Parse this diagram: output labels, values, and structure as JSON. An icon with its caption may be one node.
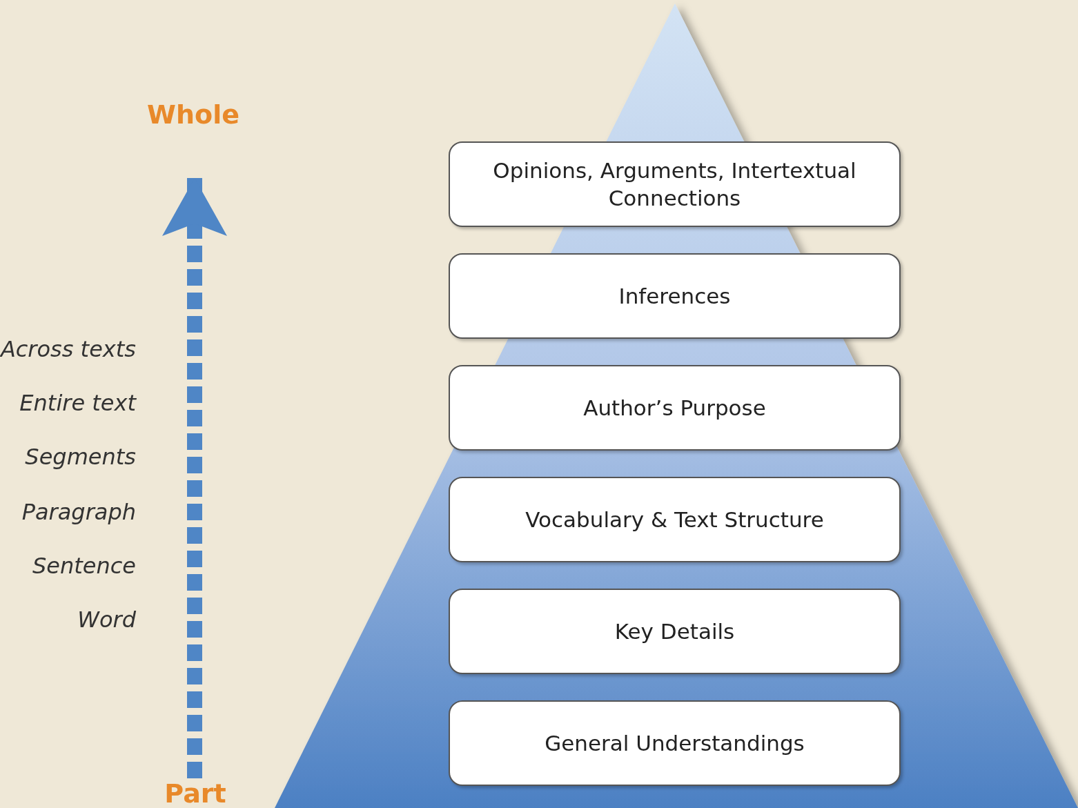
{
  "diagram": {
    "nodes": [
      {
        "text": [
          "Whole"
        ]
      },
      {
        "text": [
          "Opinions, Arguments, Intertextual Connections"
        ]
      },
      {
        "text": [
          "Inferences"
        ]
      },
      {
        "text": [
          "Author’s Purpose"
        ]
      },
      {
        "text": [
          "Vocabulary & Text Structure"
        ]
      },
      {
        "text": [
          "Key Details"
        ]
      },
      {
        "text": [
          "General Understandings"
        ]
      },
      {
        "text": [
          "Part"
        ]
      }
    ],
    "edges": [
      {
        "from": 7,
        "to": 0,
        "arrow": "to",
        "style": "dashed"
      }
    ],
    "labels": [
      "Across texts",
      "Entire text",
      "Segments",
      "Paragraph",
      "Sentence",
      "Word"
    ]
  }
}
